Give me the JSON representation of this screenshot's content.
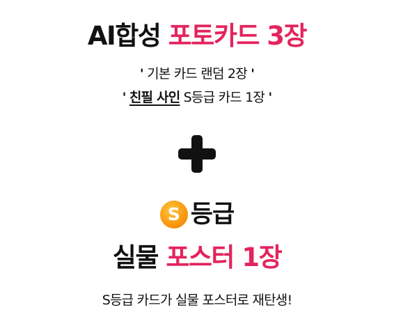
{
  "title": {
    "black": "AI합성",
    "pink": "포토카드 3장"
  },
  "subtitle": {
    "line1": "기본 카드 랜덤 2장",
    "line2_underlined": "친필 사인",
    "line2_rest": "S등급 카드 1장",
    "quote_open": "'",
    "quote_close": "'"
  },
  "plus_symbol": "+",
  "grade": {
    "badge": "S",
    "label": "등급"
  },
  "poster": {
    "black": "실물",
    "pink": "포스터 1장"
  },
  "bottom_text": "S등급 카드가 실물 포스터로 재탄생!",
  "colors": {
    "accent_pink": "#e3245e",
    "text_black": "#111111",
    "badge_orange": "#f99b13"
  }
}
